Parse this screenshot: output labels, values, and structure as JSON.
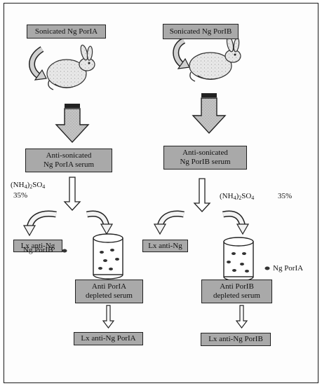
{
  "left": {
    "antigen_label": "Sonicated Ng PorIA",
    "serum_line1": "Anti-sonicated",
    "serum_line2": "Ng PorIA serum",
    "ammonium_sulfate_line1": "(NH",
    "ammonium_sulfate_sub1": "4",
    "ammonium_sulfate_mid": ")",
    "ammonium_sulfate_sub2": "2",
    "ammonium_sulfate_tail": "SO",
    "ammonium_sulfate_sub3": "4",
    "percent": "35%",
    "lx_box": "Lx anti-Ng",
    "bead_label": "Ng PorIB",
    "depleted_line1": "Anti PorIA",
    "depleted_line2": "depleted serum",
    "final_box": "Lx anti-Ng PorIA"
  },
  "right": {
    "antigen_label": "Sonicated Ng PorIB",
    "serum_line1": "Anti-sonicated",
    "serum_line2": "Ng PorIB serum",
    "ammonium_sulfate_line1": "(NH",
    "ammonium_sulfate_sub1": "4",
    "ammonium_sulfate_mid": ")",
    "ammonium_sulfate_sub2": "2",
    "ammonium_sulfate_tail": "SO",
    "ammonium_sulfate_sub3": "4",
    "percent": "35%",
    "lx_box": "Lx anti-Ng",
    "bead_label": "Ng PorIA",
    "depleted_line1": "Anti PorIB",
    "depleted_line2": "depleted serum",
    "final_box": "Lx anti-Ng PorIB"
  },
  "colors": {
    "box_fill": "#a9a9a9",
    "arrow_fill": "#bdbdbd",
    "outline": "#222222",
    "bead": "#333333"
  },
  "icons": [
    "rabbit-icon",
    "curved-arrow-icon",
    "column-cylinder-icon",
    "bead-icon"
  ]
}
